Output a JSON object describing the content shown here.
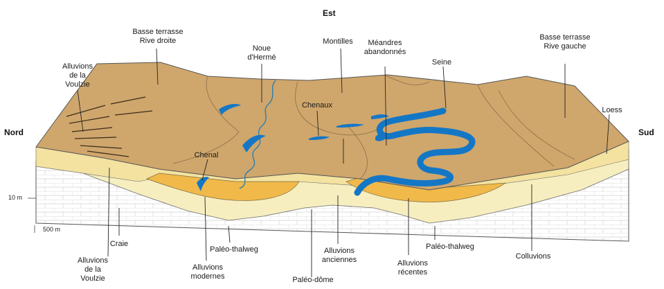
{
  "directions": {
    "east": "Est",
    "north": "Nord",
    "south": "Sud"
  },
  "scale": {
    "vertical": "10 m",
    "horizontal": "500 m"
  },
  "labels": {
    "basse_terrasse_droite": [
      "Basse terrasse",
      "Rive droite"
    ],
    "alluvions_voulzie_top": [
      "Alluvions",
      "de la",
      "Voulzie"
    ],
    "noue_dherme": [
      "Noue",
      "d'Hermé"
    ],
    "montilles": [
      "Montilles"
    ],
    "meandres": [
      "Méandres",
      "abandonnés"
    ],
    "seine": [
      "Seine"
    ],
    "basse_terrasse_gauche": [
      "Basse terrasse",
      "Rive gauche"
    ],
    "loess": [
      "Loess"
    ],
    "chenaux": [
      "Chenaux"
    ],
    "chenal": [
      "Chenal"
    ],
    "alluvions_voulzie_bottom": [
      "Alluvions",
      "de la",
      "Voulzie"
    ],
    "craie": [
      "Craie"
    ],
    "paleo_thalweg_left": [
      "Paléo-thalweg"
    ],
    "alluvions_modernes": [
      "Alluvions",
      "modernes"
    ],
    "paleo_dome": [
      "Paléo-dôme"
    ],
    "alluvions_anciennes": [
      "Alluvions",
      "anciennes"
    ],
    "alluvions_recentes": [
      "Alluvions",
      "récentes"
    ],
    "paleo_thalweg_right": [
      "Paléo-thalweg"
    ],
    "colluvions": [
      "Colluvions"
    ]
  },
  "colors": {
    "terrace": "#cfa66c",
    "terrace_dark": "#b98f55",
    "loess": "#f3e2a0",
    "alluvium_orange": "#f0b94a",
    "alluvium_pale": "#f7eec0",
    "chalk": "#ffffff",
    "water": "#1477c6",
    "outline": "#555555"
  }
}
